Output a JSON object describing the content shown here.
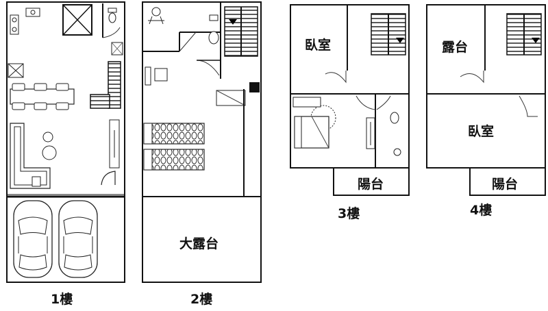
{
  "floors": [
    {
      "label": "1樓"
    },
    {
      "label": "2樓",
      "rooms": {
        "terrace": "大露台"
      }
    },
    {
      "label": "3樓",
      "rooms": {
        "bedroom": "臥室",
        "balcony": "陽台"
      }
    },
    {
      "label": "4樓",
      "rooms": {
        "terrace": "露台",
        "bedroom": "臥室",
        "balcony": "陽台"
      }
    }
  ]
}
